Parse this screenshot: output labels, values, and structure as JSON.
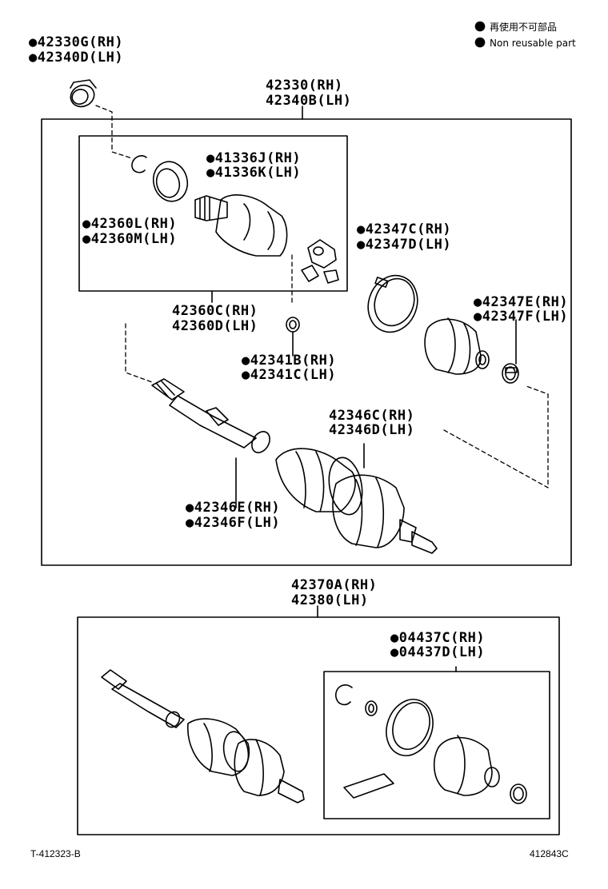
{
  "legend": {
    "jp": "再使用不可部品",
    "en": "Non reusable part"
  },
  "labels": {
    "l_42330g": "●42330G(RH)",
    "l_42340d": "●42340D(LH)",
    "l_42330": "42330(RH)",
    "l_42340b": "42340B(LH)",
    "l_41336j": "●41336J(RH)",
    "l_41336k": "●41336K(LH)",
    "l_42360l": "●42360L(RH)",
    "l_42360m": "●42360M(LH)",
    "l_42347c": "●42347C(RH)",
    "l_42347d": "●42347D(LH)",
    "l_42347e": "●42347E(RH)",
    "l_42347f": "●42347F(LH)",
    "l_42360c": "42360C(RH)",
    "l_42360d": "42360D(LH)",
    "l_42341b": "●42341B(RH)",
    "l_42341c": "●42341C(LH)",
    "l_42346c": "42346C(RH)",
    "l_42346d": "42346D(LH)",
    "l_42346e": "●42346E(RH)",
    "l_42346f": "●42346F(LH)",
    "l_42370a": "42370A(RH)",
    "l_42380": "42380(LH)",
    "l_04437c": "●04437C(RH)",
    "l_04437d": "●04437D(LH)"
  },
  "footer": {
    "left": "T-412323-B",
    "right": "412843C"
  }
}
